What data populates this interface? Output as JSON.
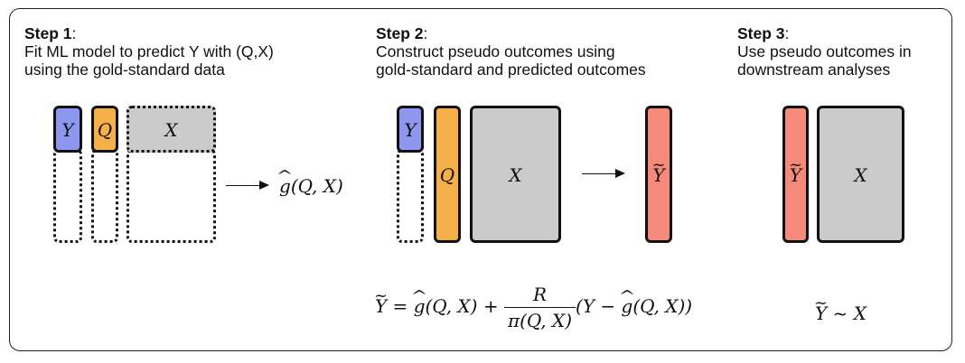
{
  "steps": [
    {
      "title": "Step 1",
      "colon": ":",
      "lines": [
        "Fit ML model to predict Y with (Q,X)",
        "using the gold-standard data"
      ]
    },
    {
      "title": "Step 2",
      "colon": ":",
      "lines": [
        "Construct pseudo outcomes using",
        "gold-standard and predicted outcomes"
      ]
    },
    {
      "title": "Step 3",
      "colon": ":",
      "lines": [
        "Use pseudo outcomes in",
        "downstream analyses"
      ]
    }
  ],
  "labels": {
    "y": "Y",
    "q": "Q",
    "x": "X"
  },
  "step1_output": {
    "g": "g",
    "args": "(Q, X)"
  },
  "formula": {
    "lhs": "Y",
    "eq": " = ",
    "g1": "g",
    "args1": "(Q, X) + ",
    "num": "R",
    "den": "π(Q, X)",
    "tail_open": "(Y − ",
    "g2": "g",
    "tail_close": "(Q, X))"
  },
  "model": {
    "lhs": "Y",
    "rel": " ~ ",
    "rhs": "X"
  },
  "colors": {
    "y": "#8d97ee",
    "q": "#f6b04a",
    "x": "#cbcbcb",
    "ytilde": "#f58a7a"
  }
}
